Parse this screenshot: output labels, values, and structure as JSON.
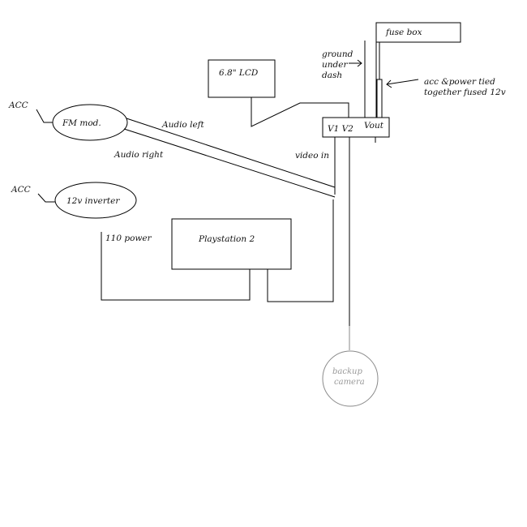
{
  "labels": {
    "fuse_box": "fuse box",
    "ground_line1": "ground",
    "ground_line2": "under",
    "ground_line3": "dash",
    "lcd": "6.8\" LCD",
    "acc_note_line1": "acc &power tied",
    "acc_note_line2": "together fused 12v",
    "acc_top": "ACC",
    "fm_mod": "FM mod.",
    "audio_left": "Audio left",
    "audio_right": "Audio right",
    "v1_v2": "V1  V2",
    "vout": "Vout",
    "video_in": "video in",
    "acc_bottom": "ACC",
    "inverter": "12v inverter",
    "power_110": "110 power",
    "playstation": "Playstation 2",
    "camera_line1": "backup",
    "camera_line2": "camera"
  },
  "colors": {
    "line": "#000000",
    "camera_text": "#999999",
    "camera_wire": "#8a8a8a"
  }
}
